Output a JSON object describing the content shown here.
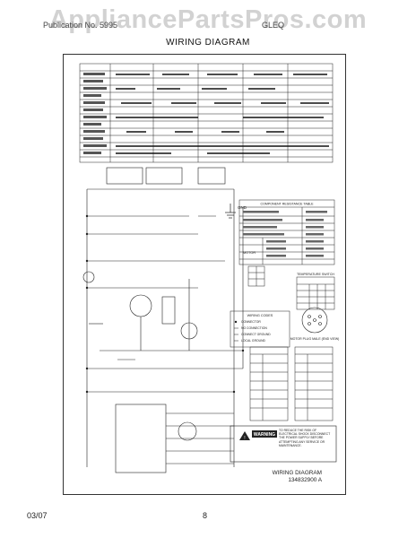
{
  "watermark": "AppliancePartsPros.com",
  "header": {
    "left": "Publication No. 5995",
    "right": "GLEQ"
  },
  "title": "WIRING DIAGRAM",
  "diagram": {
    "warning_title": "WARNING",
    "warning_text": "TO REDUCE THE RISK OF ELECTRICAL SHOCK DISCONNECT THE POWER SUPPLY BEFORE ATTEMPTING ANY SERVICE OR MAINTENANCE.",
    "caption_line1": "WIRING DIAGRAM",
    "caption_line2": "134832900 A",
    "legend_title": "WIRING CODES",
    "legend_items": [
      "CONNECTOR",
      "NO CONNECTION",
      "CONNECT GROUND",
      "LOCAL GROUND"
    ],
    "table_title": "COMPONENT RESISTANCE TABLE",
    "motor_label": "MOTOR",
    "plug_caption": "MOTOR PLUG MALE (END VIEW)",
    "temp_table_title": "TEMPERATURE SWITCH",
    "ground_label": "GND"
  },
  "footer": {
    "date": "03/07",
    "page": "8"
  }
}
